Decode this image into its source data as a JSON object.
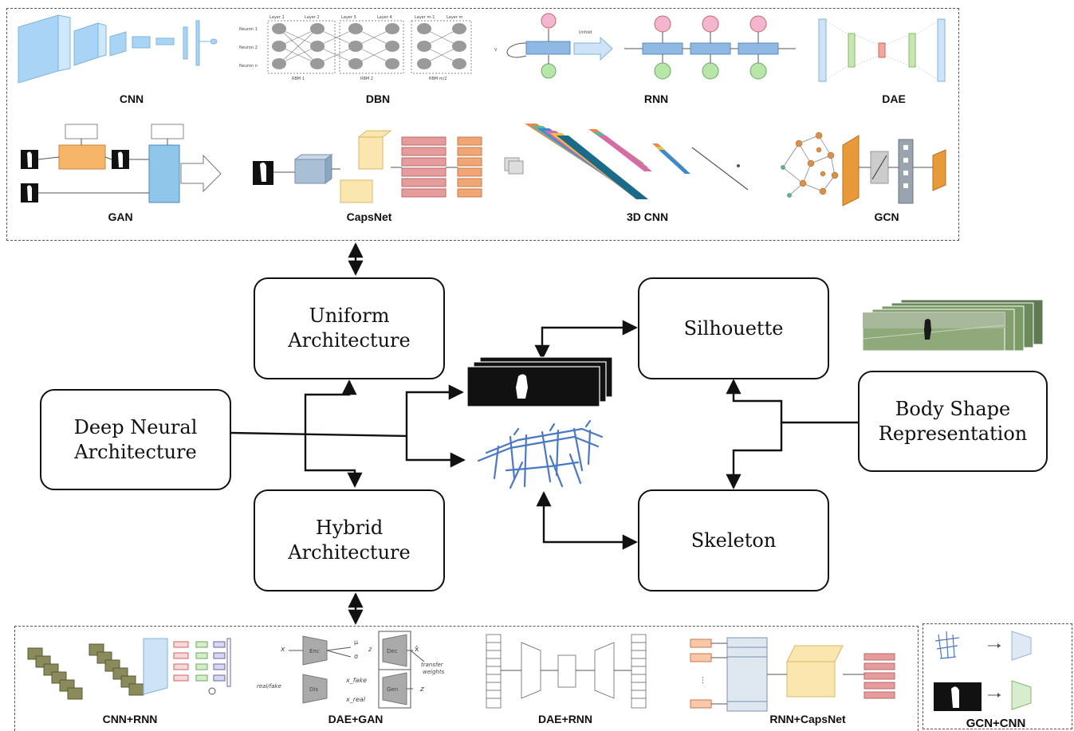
{
  "top_panel": {
    "models": [
      {
        "id": "cnn",
        "label": "CNN"
      },
      {
        "id": "dbn",
        "label": "DBN"
      },
      {
        "id": "rnn",
        "label": "RNN"
      },
      {
        "id": "dae",
        "label": "DAE"
      },
      {
        "id": "gan",
        "label": "GAN"
      },
      {
        "id": "capsnet",
        "label": "CapsNet"
      },
      {
        "id": "cnn3d",
        "label": "3D CNN"
      },
      {
        "id": "gcn",
        "label": "GCN"
      }
    ]
  },
  "bottom_panel": {
    "models": [
      {
        "id": "cnn-rnn",
        "label": "CNN+RNN"
      },
      {
        "id": "dae-gan",
        "label": "DAE+GAN"
      },
      {
        "id": "dae-rnn",
        "label": "DAE+RNN"
      },
      {
        "id": "rnn-capsnet",
        "label": "RNN+CapsNet"
      }
    ]
  },
  "side_panel": {
    "label": "GCN+CNN"
  },
  "nodes": {
    "deep_neural": [
      "Deep Neural",
      "Architecture"
    ],
    "uniform": [
      "Uniform",
      "Architecture"
    ],
    "hybrid": [
      "Hybrid",
      "Architecture"
    ],
    "silhouette": [
      "Silhouette"
    ],
    "skeleton": [
      "Skeleton"
    ],
    "body_shape": [
      "Body Shape",
      "Representation"
    ]
  },
  "colors": {
    "line": "#111111",
    "dashed_border": "#555555",
    "cnn_blue": "#a9d4f5",
    "generator_orange": "#f7b56a",
    "discriminator_blue": "#8fc6ea",
    "capsule_yellow": "#fbe6b0",
    "capsule_pink": "#e69c9c",
    "softmax_orange": "#f2a676",
    "gcn_orange": "#e89a3a",
    "skeleton_blue": "#4a78c8",
    "dbn_gray": "#9a9a9a"
  }
}
